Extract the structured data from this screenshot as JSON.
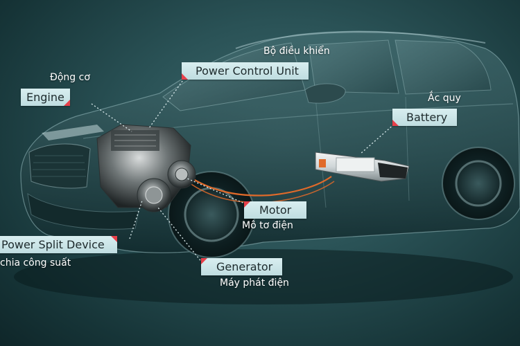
{
  "labels": {
    "engine": {
      "title": "Engine",
      "subtitle": "Động cơ"
    },
    "power_control_unit": {
      "title": "Power Control Unit",
      "subtitle": "Bộ điều khiển"
    },
    "battery": {
      "title": "Battery",
      "subtitle": "Ắc quy"
    },
    "motor": {
      "title": "Motor",
      "subtitle": "Mô tơ điện"
    },
    "power_split_device": {
      "title": "Power Split Device",
      "subtitle": "chia công suất"
    },
    "generator": {
      "title": "Generator",
      "subtitle": "Máy phát điện"
    }
  },
  "colors": {
    "accent": "#e8404a",
    "tag_background": "#cfe6e8",
    "hv_cable": "#e06a2a"
  }
}
